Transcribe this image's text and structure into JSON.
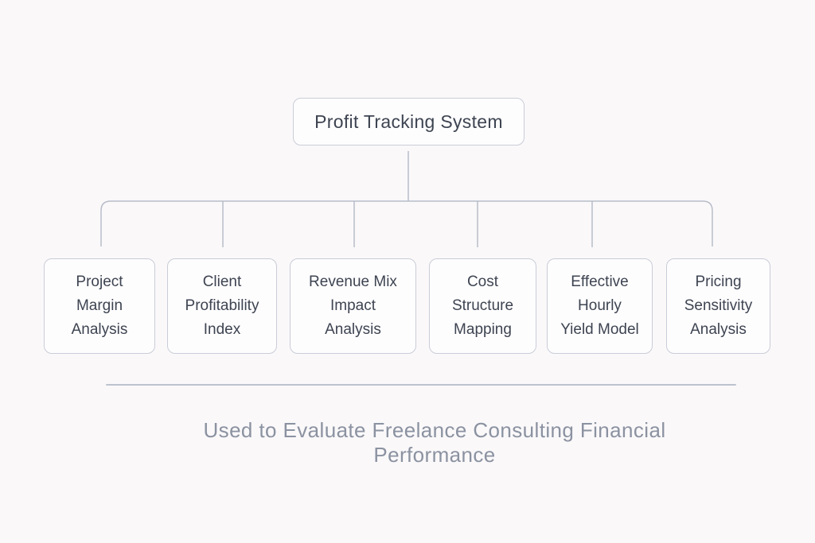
{
  "diagram": {
    "root": {
      "label": "Profit Tracking System"
    },
    "children": [
      {
        "label": "Project\nMargin\nAnalysis"
      },
      {
        "label": "Client\nProfitability\nIndex"
      },
      {
        "label": "Revenue Mix\nImpact\nAnalysis"
      },
      {
        "label": "Cost\nStructure\nMapping"
      },
      {
        "label": "Effective\nHourly\nYield Model"
      },
      {
        "label": "Pricing\nSensitivity\nAnalysis"
      }
    ],
    "caption": "Used to Evaluate Freelance Consulting Financial Performance",
    "colors": {
      "background": "#faf8f9",
      "box_fill": "#fefdfe",
      "box_border": "#c9cdd7",
      "connector": "#b7bdc9",
      "title_text": "#3d4451",
      "caption_text": "#8b92a1",
      "divider": "#bdc3ce"
    }
  }
}
